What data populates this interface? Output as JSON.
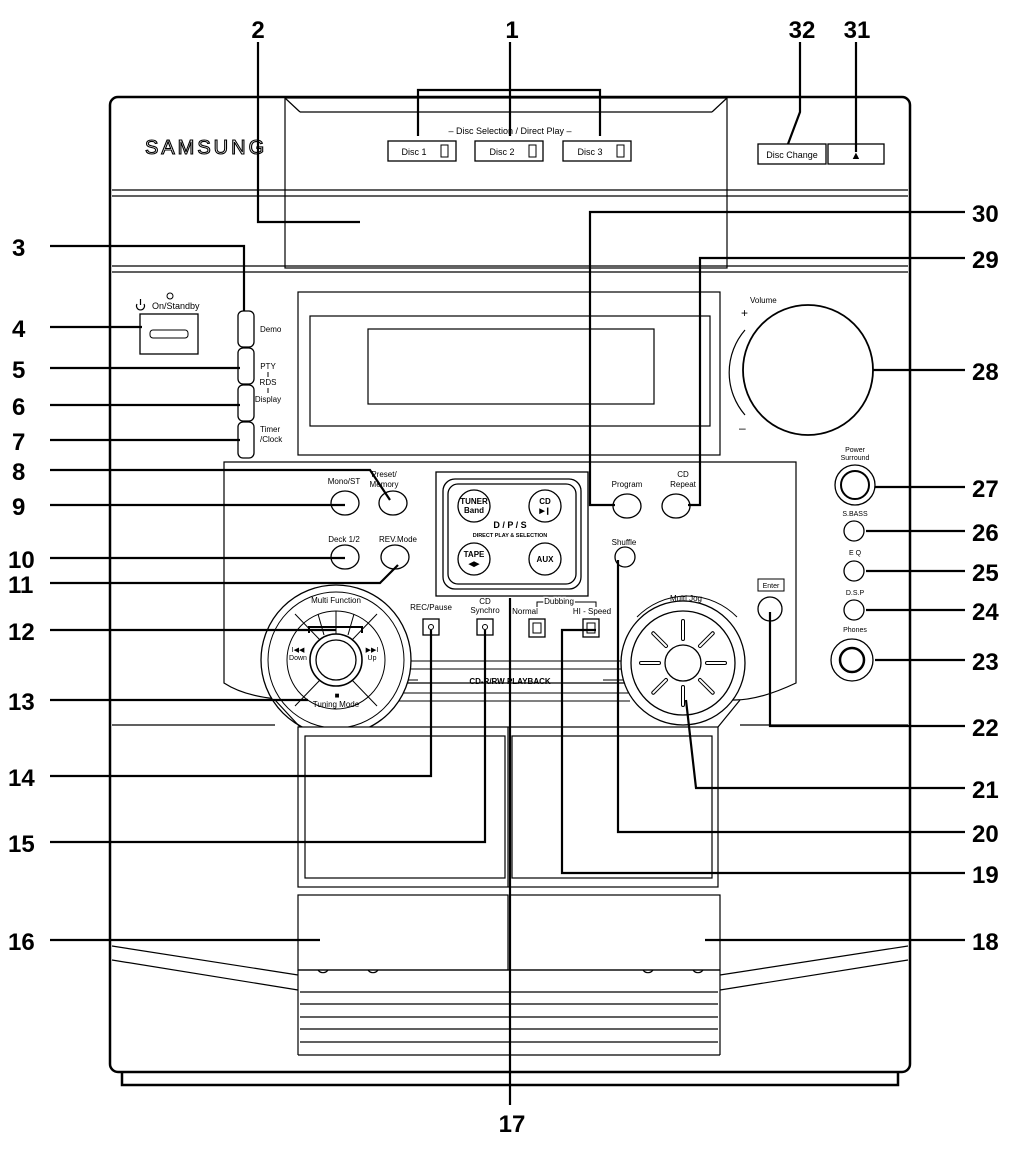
{
  "brand": "SAMSUNG",
  "disc_panel": {
    "title": "–  Disc  Selection / Direct  Play  –",
    "buttons": [
      "Disc 1",
      "Disc 2",
      "Disc 3"
    ],
    "disc_change": "Disc Change",
    "eject_symbol": "▲"
  },
  "power": {
    "label": "On/Standby",
    "icon": "power-icon"
  },
  "left_buttons": {
    "demo": "Demo",
    "pty": "PTY",
    "rds": "RDS",
    "display": "Display",
    "timer": "Timer",
    "clock": "/Clock"
  },
  "volume": {
    "label": "Volume",
    "plus": "+",
    "minus": "–"
  },
  "buttons": {
    "mono_st": "Mono/ST",
    "preset_1": "Preset/",
    "preset_2": "Memory",
    "deck": "Deck 1/2",
    "rev_mode": "REV.Mode",
    "program": "Program",
    "cd_repeat_1": "CD",
    "cd_repeat_2": "Repeat",
    "shuffle": "Shuffle",
    "power_surround_1": "Power",
    "power_surround_2": "Surround",
    "sbass": "S.BASS",
    "eq": "E Q",
    "dsp": "D.S.P",
    "phones": "Phones",
    "enter": "Enter",
    "rec_pause": "REC/Pause",
    "cd_synchro_1": "CD",
    "cd_synchro_2": "Synchro",
    "dubbing": "Dubbing",
    "normal": "Normal",
    "hi_speed": "HI - Speed"
  },
  "dps": {
    "tuner_1": "TUNER",
    "tuner_2": "Band",
    "cd_1": "CD",
    "cd_2": "▶❙",
    "tape_1": "TAPE",
    "tape_2": "◀▶",
    "aux": "AUX",
    "title": "D / P / S",
    "subtitle": "DIRECT PLAY & SELECTION"
  },
  "multi_function": {
    "title": "Multi  Function",
    "down_sym": "I◀◀",
    "down": "Down",
    "up_sym": "▶▶I",
    "up": "Up",
    "stop_sym": "■",
    "tuning_mode": "Tuning Mode"
  },
  "multi_jog": {
    "title": "Multi  Jog"
  },
  "cd_rw": "CD-R/RW PLAYBACK",
  "callouts": [
    "1",
    "2",
    "3",
    "4",
    "5",
    "6",
    "7",
    "8",
    "9",
    "10",
    "11",
    "12",
    "13",
    "14",
    "15",
    "16",
    "17",
    "18",
    "19",
    "20",
    "21",
    "22",
    "23",
    "24",
    "25",
    "26",
    "27",
    "28",
    "29",
    "30",
    "31",
    "32"
  ]
}
